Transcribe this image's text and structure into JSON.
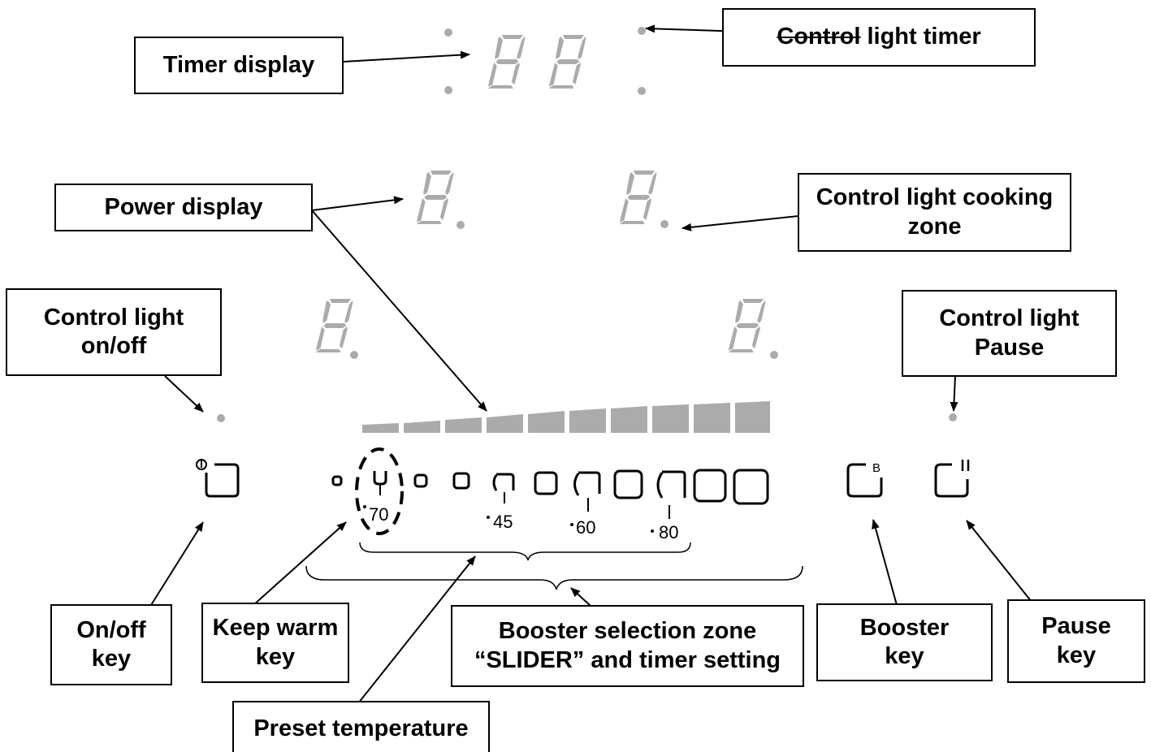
{
  "labels": {
    "timer_display": "Timer display",
    "control_light_timer_struck": "Control",
    "control_light_timer_rest": " light timer",
    "power_display": "Power display",
    "control_light_cooking_zone": "Control light cooking\nzone",
    "control_light_onoff": "Control light\non/off",
    "control_light_pause": "Control light\nPause",
    "onoff_key": "On/off\nkey",
    "keep_warm_key": "Keep warm\nkey",
    "booster_selection_zone": "Booster selection zone\n“SLIDER” and timer setting",
    "booster_key": "Booster\nkey",
    "pause_key": "Pause\nkey",
    "preset_temperature": "Preset temperature"
  },
  "panel": {
    "temperatures": [
      "70",
      "45",
      "60",
      "80"
    ],
    "booster_key_mark": "B",
    "pause_key_mark": "II",
    "slider_levels": 10
  },
  "colors": {
    "display_gray": "#ababab",
    "line": "#000000"
  },
  "icons": [
    "power-symbol-icon"
  ]
}
